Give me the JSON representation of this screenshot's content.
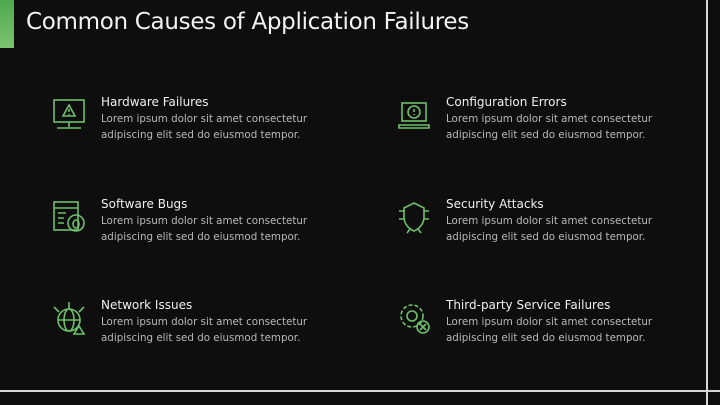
{
  "title": "Common Causes of Application Failures",
  "accent_color": "#6fbf6a",
  "items": [
    {
      "heading": "Hardware Failures",
      "text": "Lorem ipsum dolor sit amet consectetur adipiscing elit sed do eiusmod tempor.",
      "icon": "monitor-warning-icon"
    },
    {
      "heading": "Configuration Errors",
      "text": "Lorem ipsum dolor sit amet consectetur adipiscing elit sed do eiusmod tempor.",
      "icon": "laptop-gear-alert-icon"
    },
    {
      "heading": "Software Bugs",
      "text": "Lorem ipsum dolor sit amet consectetur adipiscing elit sed do eiusmod tempor.",
      "icon": "browser-bug-icon"
    },
    {
      "heading": "Security Attacks",
      "text": "Lorem ipsum dolor sit amet consectetur adipiscing elit sed do eiusmod tempor.",
      "icon": "shield-virus-icon"
    },
    {
      "heading": "Network Issues",
      "text": "Lorem ipsum dolor sit amet consectetur adipiscing elit sed do eiusmod tempor.",
      "icon": "globe-network-warning-icon"
    },
    {
      "heading": "Third-party Service Failures",
      "text": "Lorem ipsum dolor sit amet consectetur adipiscing elit sed do eiusmod tempor.",
      "icon": "gear-error-icon"
    }
  ]
}
